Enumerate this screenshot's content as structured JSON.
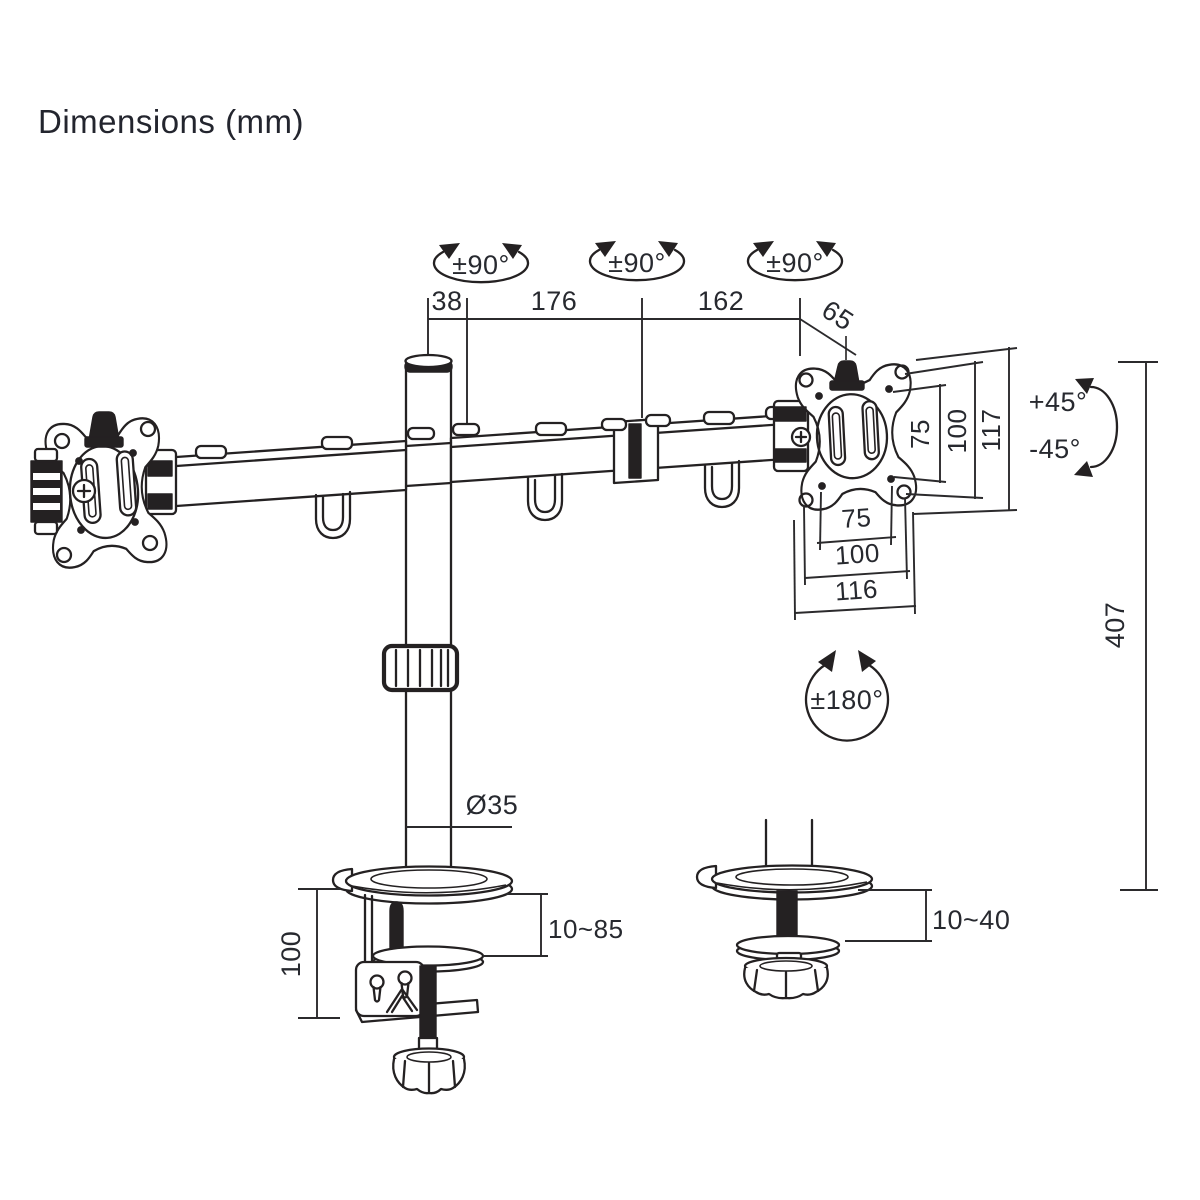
{
  "title": "Dimensions (mm)",
  "colors": {
    "background": "#ffffff",
    "line": "#242122",
    "text": "#27292f"
  },
  "labels": {
    "rotation_pole": "±90°",
    "rotation_mid": "±90°",
    "rotation_head": "±90°",
    "swivel_base": "±180°",
    "tilt_up": "+45°",
    "tilt_down": "-45°",
    "dim_offset": "38",
    "dim_arm_inner": "176",
    "dim_arm_outer": "162",
    "dim_head_depth": "65",
    "vesa_vertical_75": "75",
    "vesa_vertical_100": "100",
    "vesa_vertical_117": "117",
    "vesa_horizontal_75": "75",
    "vesa_horizontal_100": "100",
    "vesa_horizontal_116": "116",
    "pole_height": "407",
    "pole_diameter": "Ø35",
    "clamp_height": "100",
    "clamp_range": "10~85",
    "grommet_range": "10~40"
  }
}
